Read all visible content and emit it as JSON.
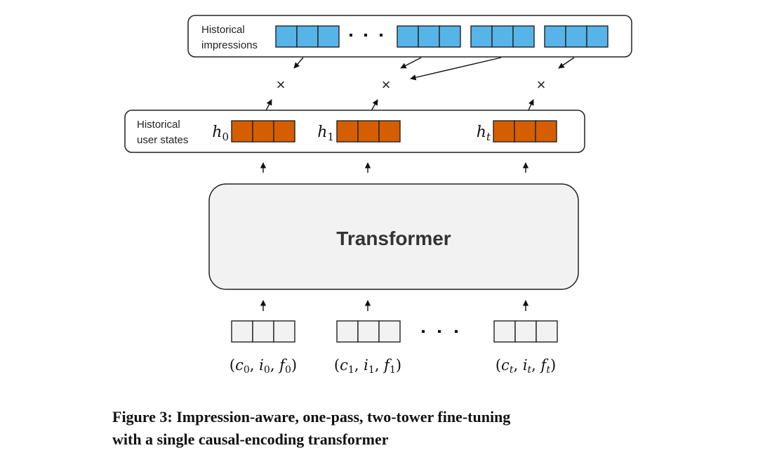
{
  "impressions_label_line1": "Historical",
  "impressions_label_line2": "impressions",
  "states_label_line1": "Historical",
  "states_label_line2": "user states",
  "state_labels": [
    {
      "base": "h",
      "sub": "0"
    },
    {
      "base": "h",
      "sub": "1"
    },
    {
      "base": "h",
      "sub": "t"
    }
  ],
  "multiply_symbol": "×",
  "transformer_label": "Transformer",
  "input_labels": [
    {
      "sub": "0"
    },
    {
      "sub": "1"
    },
    {
      "sub": "t"
    }
  ],
  "input_vars": [
    "c",
    "i",
    "f"
  ],
  "caption_line1": "Figure 3: Impression-aware, one-pass, two-tower fine-tuning",
  "caption_line2": "with a single causal-encoding transformer",
  "colors": {
    "impression": "#56b4e9",
    "state": "#d55e00",
    "input": "#f2f2f2",
    "transformer": "#f2f2f2"
  }
}
